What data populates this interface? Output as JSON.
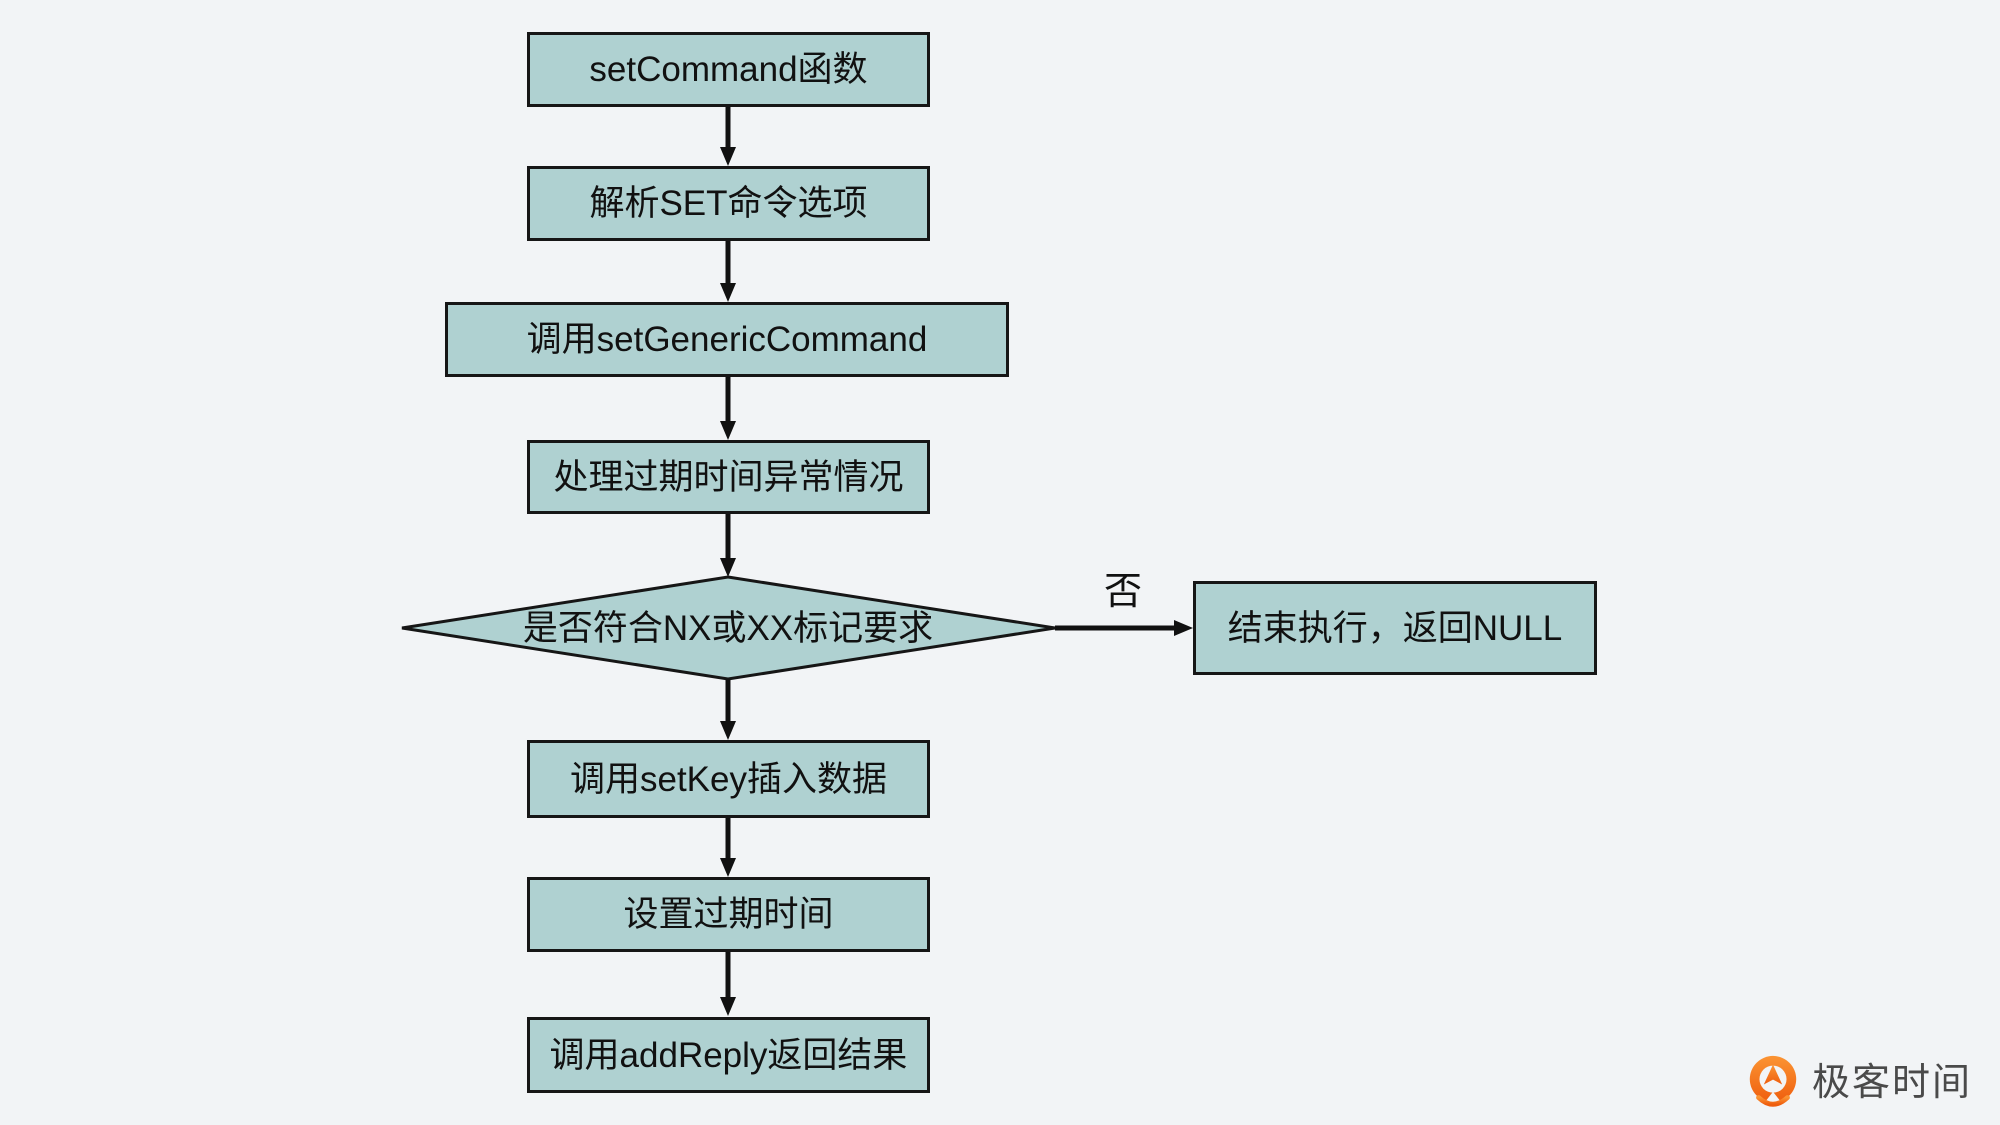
{
  "colors": {
    "background": "#f2f4f6",
    "node-fill": "#afd1d1",
    "node-border": "#161616",
    "text": "#111111",
    "arrow": "#111111",
    "logo-orange": "#f4731c",
    "logo-text": "#4a4a4a"
  },
  "flowchart": {
    "type": "flowchart",
    "nodes": [
      {
        "id": "set-command",
        "type": "process",
        "label": "setCommand函数"
      },
      {
        "id": "parse-set-options",
        "type": "process",
        "label": "解析SET命令选项"
      },
      {
        "id": "call-set-generic-command",
        "type": "process",
        "label": "调用setGenericCommand"
      },
      {
        "id": "handle-expire-exception",
        "type": "process",
        "label": "处理过期时间异常情况"
      },
      {
        "id": "check-nx-xx-flags",
        "type": "decision",
        "label": "是否符合NX或XX标记要求"
      },
      {
        "id": "call-setkey-insert",
        "type": "process",
        "label": "调用setKey插入数据"
      },
      {
        "id": "set-expire-time",
        "type": "process",
        "label": "设置过期时间"
      },
      {
        "id": "call-addreply-return",
        "type": "process",
        "label": "调用addReply返回结果"
      },
      {
        "id": "end-return-null",
        "type": "process",
        "label": "结束执行，返回NULL"
      }
    ],
    "edges": [
      {
        "from": "set-command",
        "to": "parse-set-options",
        "label": ""
      },
      {
        "from": "parse-set-options",
        "to": "call-set-generic-command",
        "label": ""
      },
      {
        "from": "call-set-generic-command",
        "to": "handle-expire-exception",
        "label": ""
      },
      {
        "from": "handle-expire-exception",
        "to": "check-nx-xx-flags",
        "label": ""
      },
      {
        "from": "check-nx-xx-flags",
        "to": "end-return-null",
        "label": "否"
      },
      {
        "from": "check-nx-xx-flags",
        "to": "call-setkey-insert",
        "label": ""
      },
      {
        "from": "call-setkey-insert",
        "to": "set-expire-time",
        "label": ""
      },
      {
        "from": "set-expire-time",
        "to": "call-addreply-return",
        "label": ""
      }
    ],
    "edge_labels": {
      "no": "否"
    }
  },
  "branding": {
    "logo_text": "极客时间"
  }
}
